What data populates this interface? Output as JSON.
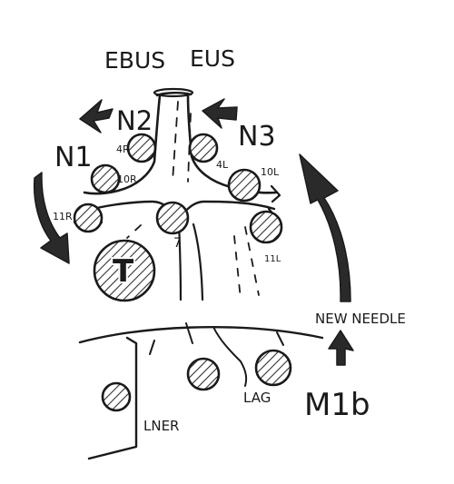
{
  "labels": {
    "ebus": "EBUS",
    "eus": "EUS",
    "n1": "N1",
    "n2": "N2",
    "n3": "N3",
    "m1b": "M1b",
    "new_needle": "NEW NEEDLE",
    "tumor": "T",
    "lner": "LNER",
    "lag": "LAG"
  },
  "stations": {
    "s4r": "4R",
    "s10r": "10R",
    "s11r": "11R",
    "s7": "7",
    "s4l": "4L",
    "s10l": "10L",
    "s11l": "11L"
  },
  "colors": {
    "ink": "#1a1a1a",
    "arrow": "#2a2a2a",
    "background": "#ffffff"
  }
}
